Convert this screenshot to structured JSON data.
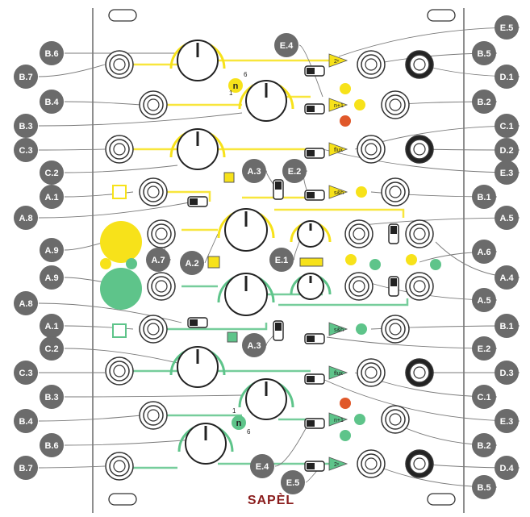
{
  "brand": "SAPÈL",
  "colors": {
    "yellow": "#f7e21a",
    "green": "#5ec48a",
    "red": "#e0582a",
    "label": "#6b6b6b",
    "panel": "#ffffff",
    "line": "#555555"
  },
  "labels": {
    "b6a": "B.6",
    "b7a": "B.7",
    "b4a": "B.4",
    "b3a": "B.3",
    "c3a": "C.3",
    "c2a": "C.2",
    "a1a": "A.1",
    "a8a": "A.8",
    "a9a": "A.9",
    "a9b": "A.9",
    "a8b": "A.8",
    "a1b": "A.1",
    "c2b": "C.2",
    "c3b": "C.3",
    "b3b": "B.3",
    "b4b": "B.4",
    "b6b": "B.6",
    "b7b": "B.7",
    "e5a": "E.5",
    "b5a": "B.5",
    "d1": "D.1",
    "b2a": "B.2",
    "c1a": "C.1",
    "d2": "D.2",
    "e3a": "E.3",
    "b1a": "B.1",
    "a5a": "A.5",
    "a6": "A.6",
    "a4": "A.4",
    "a5b": "A.5",
    "b1b": "B.1",
    "e2b": "E.2",
    "d3": "D.3",
    "c1b": "C.1",
    "e3b": "E.3",
    "b2b": "B.2",
    "d4": "D.4",
    "b5b": "B.5",
    "e4a": "E.4",
    "a3a": "A.3",
    "e2a": "E.2",
    "a7": "A.7",
    "a2": "A.2",
    "e1": "E.1",
    "a3b": "A.3",
    "e4b": "E.4",
    "e5b": "E.5"
  },
  "panel_glyphs": {
    "n_top": "n",
    "n_bot": "n",
    "one_top": "1",
    "six_top": "6",
    "one_bot": "1",
    "six_bot": "6",
    "two_top": "2ⁿ",
    "nplus_top": "n+1",
    "flux_top": "flux",
    "sr_top": "s&h",
    "two_bot": "2ⁿ",
    "nplus_bot": "n+1",
    "flux_bot": "flux",
    "sr_bot": "s&h"
  }
}
